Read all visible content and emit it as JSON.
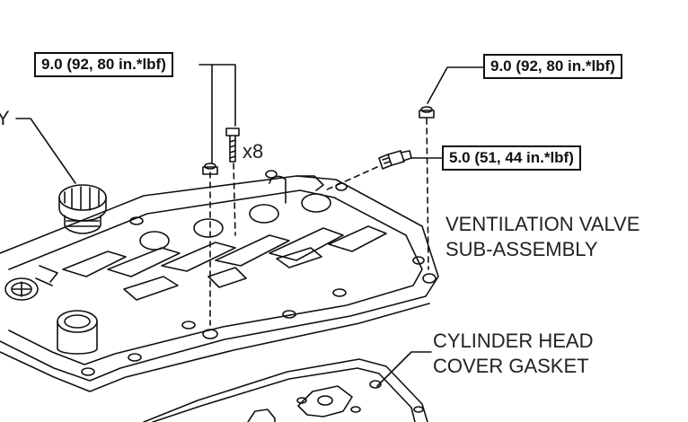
{
  "torque_specs": {
    "left_bolts": "9.0 (92, 80 in.*lbf)",
    "right_bolt": "9.0 (92, 80 in.*lbf)",
    "valve": "5.0 (51, 44 in.*lbf)"
  },
  "bolt_quantity": "x8",
  "labels": {
    "partial_left": "Y",
    "ventilation_valve_line1": "VENTILATION VALVE",
    "ventilation_valve_line2": "SUB-ASSEMBLY",
    "gasket_line1": "CYLINDER HEAD",
    "gasket_line2": "COVER GASKET"
  }
}
